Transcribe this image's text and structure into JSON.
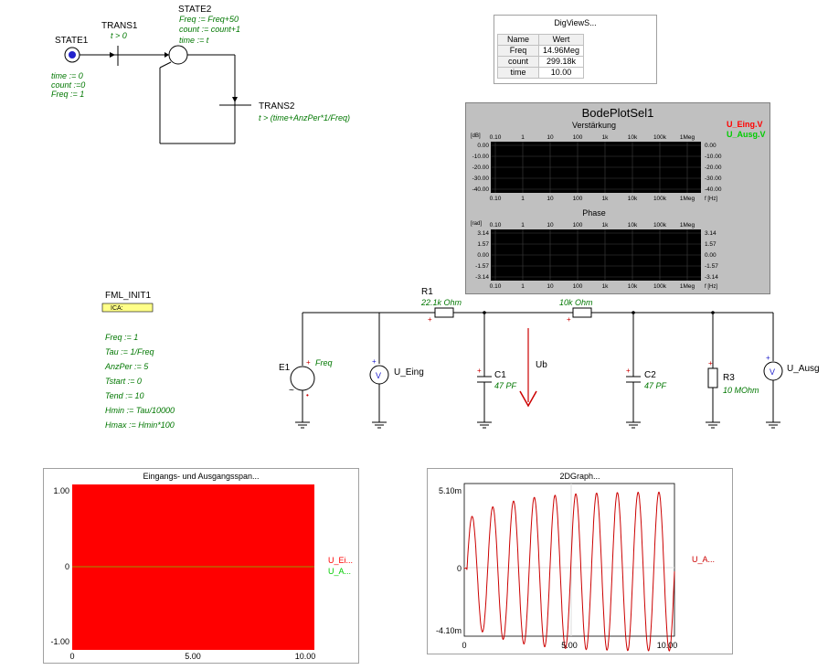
{
  "state_machine": {
    "state1": {
      "name": "STATE1",
      "actions": [
        "time := 0",
        "count :=0",
        "Freq := 1"
      ]
    },
    "trans1": {
      "name": "TRANS1",
      "condition": "t > 0"
    },
    "state2": {
      "name": "STATE2",
      "actions": [
        "Freq := Freq+50",
        "count := count+1",
        "time := t"
      ]
    },
    "trans2": {
      "name": "TRANS2",
      "condition": "t > (time+AnzPer*1/Freq)"
    }
  },
  "digview": {
    "title": "DigViewS...",
    "headers": [
      "Name",
      "Wert"
    ],
    "rows": [
      {
        "name": "Freq",
        "value": "14.96Meg"
      },
      {
        "name": "count",
        "value": "299.18k"
      },
      {
        "name": "time",
        "value": "10.00"
      }
    ]
  },
  "bode": {
    "title": "BodePlotSel1",
    "legend": [
      {
        "label": "U_Eing.V",
        "color": "#ff0000"
      },
      {
        "label": "U_Ausg.V",
        "color": "#00cc00"
      }
    ],
    "gain": {
      "title": "Verstärkung",
      "unit": "[dB]",
      "yticks": [
        "0.00",
        "-10.00",
        "-20.00",
        "-30.00",
        "-40.00"
      ],
      "xticks": [
        "0.10",
        "1",
        "10",
        "100",
        "1k",
        "10k",
        "100k",
        "1Meg"
      ],
      "xunit": "f [Hz]"
    },
    "phase": {
      "title": "Phase",
      "unit": "[rad]",
      "yticks": [
        "3.14",
        "1.57",
        "0.00",
        "-1.57",
        "-3.14"
      ],
      "xticks": [
        "0.10",
        "1",
        "10",
        "100",
        "1k",
        "10k",
        "100k",
        "1Meg"
      ],
      "xunit": "f [Hz]"
    }
  },
  "init": {
    "name": "FML_INIT1",
    "badge": "ICA:",
    "lines": [
      "Freq := 1",
      "Tau := 1/Freq",
      "AnzPer := 5",
      "Tstart := 0",
      "Tend := 10",
      "Hmin := Tau/10000",
      "Hmax := Hmin*100"
    ]
  },
  "circuit": {
    "r1": {
      "name": "R1",
      "value": "22.1k Ohm"
    },
    "r2": {
      "value": "10k Ohm"
    },
    "r3": {
      "name": "R3",
      "value": "10 MOhm"
    },
    "c1": {
      "name": "C1",
      "value": "47 PF"
    },
    "c2": {
      "name": "C2",
      "value": "47 PF"
    },
    "e1": {
      "name": "E1",
      "value": "Freq"
    },
    "vin": {
      "name": "U_Eing"
    },
    "vout": {
      "name": "U_Ausg"
    },
    "ub": {
      "name": "Ub"
    },
    "meter_symbol": "V"
  },
  "graph1": {
    "title": "Eingangs- und Ausgangsspan...",
    "legend": [
      "U_Ei...",
      "U_A..."
    ],
    "legend_colors": [
      "#ff0000",
      "#00cc00"
    ],
    "plot_color": "#ff0000",
    "yticks": [
      "1.00",
      "0",
      "-1.00"
    ],
    "xticks": [
      "0",
      "5.00",
      "10.00"
    ]
  },
  "graph2": {
    "title": "2DGraph...",
    "legend": [
      "U_A..."
    ],
    "yticks": [
      "5.10m",
      "0",
      "-4.10m"
    ],
    "xticks": [
      "0",
      "5.00",
      "10.00"
    ],
    "chart_data": {
      "type": "line",
      "x_range": [
        0,
        10
      ],
      "y_range": [
        -0.0041,
        0.0051
      ],
      "cycles": 10,
      "color": "#cc0000"
    }
  }
}
